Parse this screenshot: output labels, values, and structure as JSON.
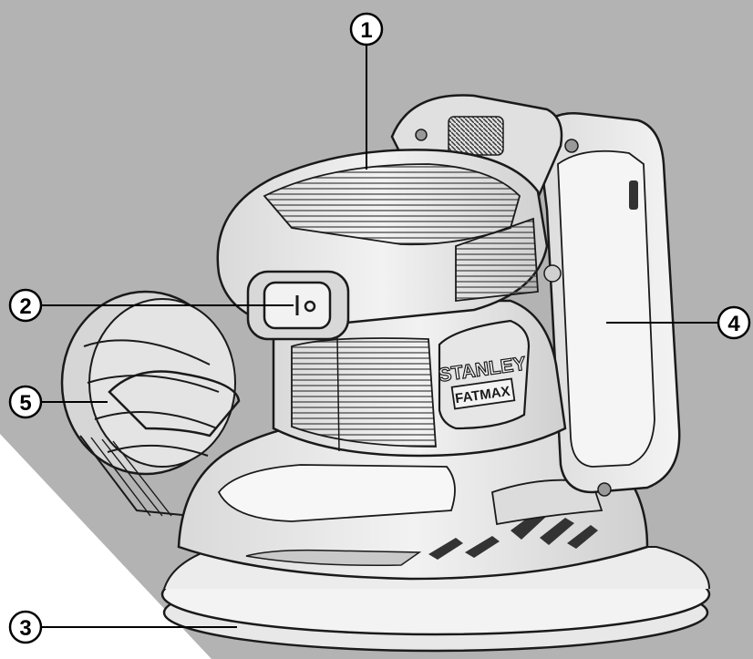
{
  "figure": {
    "product_badge": {
      "brand_line": "STANLEY",
      "sub_line": "FATMAX"
    },
    "callouts": [
      {
        "id": "1",
        "label": "1"
      },
      {
        "id": "2",
        "label": "2"
      },
      {
        "id": "3",
        "label": "3"
      },
      {
        "id": "4",
        "label": "4"
      },
      {
        "id": "5",
        "label": "5"
      }
    ],
    "colors": {
      "background_grey": "#b3b3b3",
      "background_white": "#ffffff",
      "tool_fill": "#e6e6e6",
      "tool_outline": "#1a1a1a"
    }
  }
}
